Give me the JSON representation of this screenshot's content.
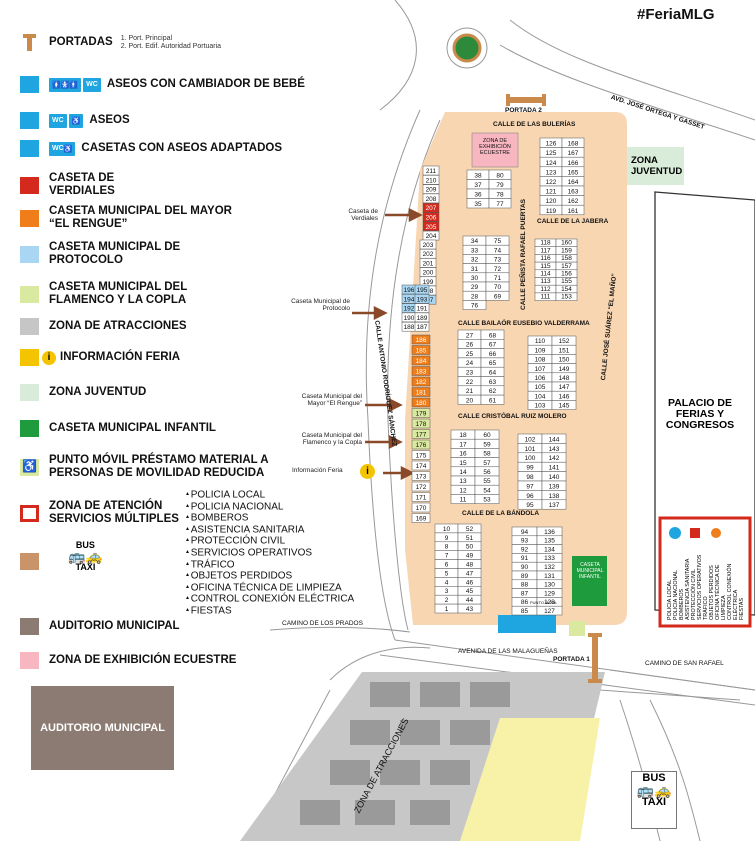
{
  "hashtag": "#FeriaMLG",
  "legend": {
    "portadas": {
      "label": "PORTADAS",
      "sub1": "1. Port. Principal",
      "sub2": "2. Port. Edif. Autoridad Portuaria"
    },
    "aseos_bebe": "ASEOS CON CAMBIADOR DE BEBÉ",
    "aseos": "ASEOS",
    "casetas_aseos": "CASETAS CON ASEOS ADAPTADOS",
    "verdiales": "CASETA DE VERDIALES",
    "rengue": "CASETA MUNICIPAL DEL MAYOR “EL RENGUE”",
    "protocolo": "CASETA MUNICIPAL DE PROTOCOLO",
    "flamenco": "CASETA MUNICIPAL DEL FLAMENCO Y LA COPLA",
    "atracciones": "ZONA DE ATRACCIONES",
    "informacion": "INFORMACIÓN FERIA",
    "juventud": "ZONA JUVENTUD",
    "infantil": "CASETA MUNICIPAL INFANTIL",
    "punto_movil": "PUNTO MÓVIL PRÉSTAMO MATERIAL A PERSONAS DE MOVILIDAD REDUCIDA",
    "atencion": "ZONA DE ATENCIÓN SERVICIOS MÚLTIPLES",
    "bus": "BUS",
    "taxi": "TAXI",
    "auditorio": "AUDITORIO MUNICIPAL",
    "ecuestre": "ZONA DE EXHIBICIÓN ECUESTRE",
    "wc": "WC"
  },
  "services": [
    "POLICIA LOCAL",
    "POLICIA NACIONAL",
    "BOMBEROS",
    "ASISTENCIA SANITARIA",
    "PROTECCIÓN CIVIL",
    "SERVICIOS OPERATIVOS",
    "TRÁFICO",
    "OBJETOS PERDIDOS",
    "OFICINA TÉCNICA DE LIMPIEZA",
    "CONTROL CONEXIÓN ELÉCTRICA",
    "FIESTAS"
  ],
  "map_labels": {
    "auditorio_box": "AUDITORIO MUNICIPAL",
    "palacio": "PALACIO DE FERIAS Y CONGRESOS",
    "zona_juventud": "ZONA JUVENTUD",
    "zona_exhibicion": "ZONA DE EXHIBICIÓN ECUESTRE",
    "zona_atracciones": "ZONA DE ATRACCIONES",
    "portada1": "PORTADA 1",
    "portada2": "PORTADA 2",
    "caseta_infantil": "CASETA MUNICIPAL INFANTIL",
    "punto_movil_small": "PUNTO MÓVIL",
    "ann_verdiales": "Caseta de Verdiales",
    "ann_protocolo": "Caseta Municipal de Protocolo",
    "ann_rengue": "Caseta Municipal del Mayor “El Rengue”",
    "ann_flamenco": "Caseta Municipal del Flamenco y la Copla",
    "ann_info": "Información Feria",
    "info_i": "i"
  },
  "streets": {
    "bulerias": "CALLE DE LAS BULERÍAS",
    "jabera": "CALLE DE LA JABERA",
    "bailaor": "CALLE BAILAÓR EUSEBIO VALDERRAMA",
    "cristobal": "CALLE CRISTÓBAL RUIZ MOLERO",
    "bandola": "CALLE DE LA BÁNDOLA",
    "antonio": "CALLE ANTONIO RODRÍGUEZ SÁNCHEZ",
    "pena": "CALLE PEÑISTA RAFAEL PUERTAS",
    "jose": "CALLE JOSÉ SUÁREZ “EL MAÑO”",
    "prados": "CAMINO DE LOS PRADOS",
    "malaguenas": "AVENIDA DE LAS MALAGUEÑAS",
    "san_rafael": "CAMINO DE SAN RAFAEL",
    "ortega": "AVD. JOSÉ ORTEGA Y GASSET"
  },
  "blocks": [
    {
      "id": "col-west",
      "numbers": [
        "211",
        "210",
        "209",
        "208",
        "207",
        "206",
        "205",
        "204",
        "203",
        "202",
        "201",
        "200",
        "199",
        "198",
        "197",
        "196",
        "195",
        "194",
        "193",
        "192",
        "191",
        "190",
        "189",
        "188",
        "187",
        "186",
        "185",
        "184",
        "183",
        "182",
        "181",
        "180",
        "179",
        "178",
        "177",
        "176",
        "175",
        "174",
        "173",
        "172",
        "171",
        "170",
        "169"
      ]
    },
    {
      "id": "b1",
      "numbers": [
        "38",
        "37",
        "36",
        "35",
        "80",
        "79",
        "78",
        "77"
      ]
    },
    {
      "id": "b2",
      "numbers": [
        "126",
        "125",
        "124",
        "123",
        "122",
        "121",
        "120",
        "119",
        "168",
        "167",
        "166",
        "165",
        "164",
        "163",
        "162",
        "161"
      ]
    },
    {
      "id": "b3",
      "numbers": [
        "34",
        "33",
        "32",
        "31",
        "30",
        "29",
        "28",
        "76",
        "75",
        "74",
        "73",
        "72",
        "71",
        "70",
        "69"
      ]
    },
    {
      "id": "b4",
      "numbers": [
        "118",
        "117",
        "116",
        "115",
        "114",
        "113",
        "112",
        "111",
        "160",
        "159",
        "158",
        "157",
        "156",
        "155",
        "154",
        "153"
      ]
    },
    {
      "id": "b5",
      "numbers": [
        "27",
        "26",
        "25",
        "24",
        "23",
        "22",
        "21",
        "20",
        "68",
        "67",
        "66",
        "65",
        "64",
        "63",
        "62",
        "61"
      ]
    },
    {
      "id": "b6",
      "numbers": [
        "110",
        "109",
        "108",
        "107",
        "106",
        "105",
        "104",
        "103",
        "152",
        "151",
        "150",
        "149",
        "148",
        "147",
        "146",
        "145"
      ]
    },
    {
      "id": "b7",
      "numbers": [
        "18",
        "17",
        "16",
        "15",
        "14",
        "13",
        "12",
        "11",
        "60",
        "59",
        "58",
        "57",
        "56",
        "55",
        "54",
        "53"
      ]
    },
    {
      "id": "b8",
      "numbers": [
        "102",
        "101",
        "100",
        "99",
        "98",
        "97",
        "96",
        "95",
        "144",
        "143",
        "142",
        "141",
        "140",
        "139",
        "138",
        "137"
      ]
    },
    {
      "id": "b9",
      "numbers": [
        "10",
        "9",
        "8",
        "7",
        "6",
        "5",
        "4",
        "3",
        "2",
        "1",
        "52",
        "51",
        "50",
        "49",
        "48",
        "47",
        "46",
        "45",
        "44",
        "43"
      ]
    },
    {
      "id": "b10",
      "numbers": [
        "94",
        "93",
        "92",
        "91",
        "90",
        "89",
        "88",
        "87",
        "86",
        "85",
        "136",
        "135",
        "134",
        "133",
        "132",
        "131",
        "130",
        "129",
        "128",
        "127"
      ]
    }
  ],
  "colors": {
    "fair_bg": "#f8d6b2",
    "wc_blue": "#1fa6e0",
    "verdiales": "#d42a1e",
    "rengue": "#ee7d1a",
    "protocolo": "#a9d6f2",
    "flamenco": "#d9e9a0",
    "atracciones": "#c6c6c6",
    "info": "#f5c400",
    "juventud": "#d9ecd9",
    "infantil": "#1e9b3c",
    "auditorio": "#8c7b72",
    "ecuestre": "#f7b6c0",
    "bus": "#c9946a",
    "portada": "#c98a4b"
  },
  "icons": [
    "portada-icon",
    "wc-baby-icon",
    "wc-icon",
    "accessible-wc-icon",
    "info-icon",
    "wheelchair-icon",
    "bus-icon",
    "taxi-icon",
    "police-icon",
    "cross-icon",
    "fire-icon"
  ]
}
